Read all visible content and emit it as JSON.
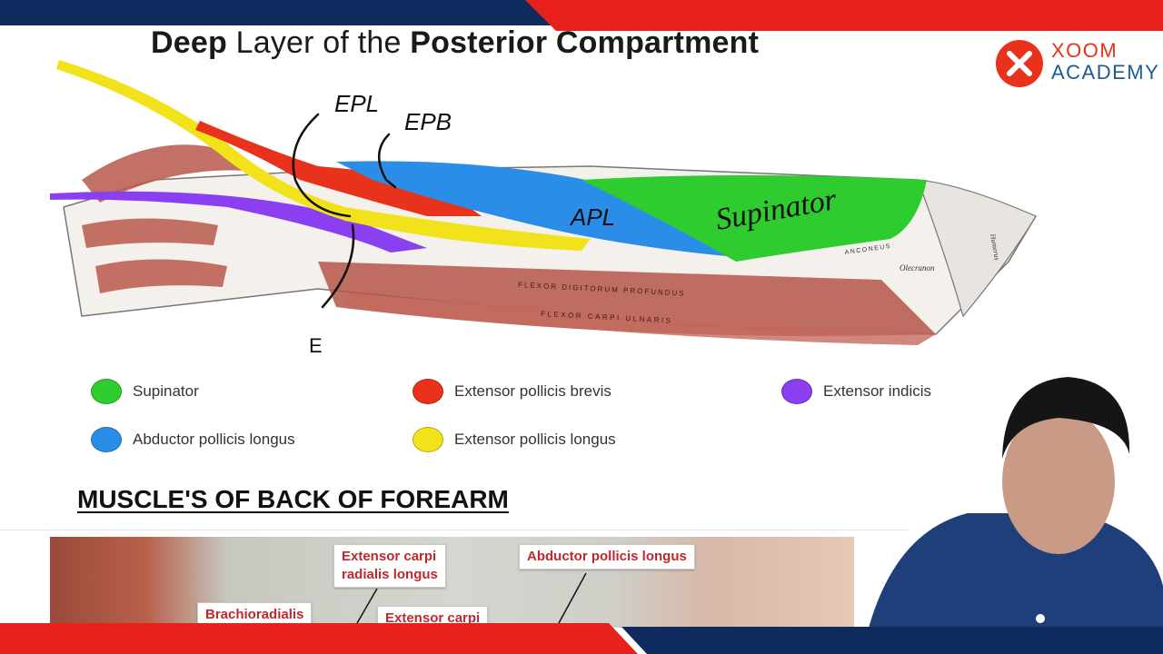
{
  "slide": {
    "title": {
      "part1": "Deep",
      "part2": " Layer of the ",
      "part3": "Posterior Compartment"
    },
    "logo": {
      "line1": "XOOM",
      "line2": "ACADEMY",
      "icon": "x-circle-icon",
      "color": "#e8321c"
    },
    "annotations": {
      "epl": "EPL",
      "epb": "EPB",
      "apl": "APL",
      "supinator": "Supinator",
      "e": "E"
    },
    "diagram_labels": {
      "flexor_digitorum_profundus": "FLEXOR DIGITORUM PROFUNDUS",
      "flexor_carpi_ulnaris": "FLEXOR CARPI ULNARIS",
      "anconeus": "ANCONEUS",
      "olecranon": "Olecranon",
      "humerus": "Humerus"
    },
    "legend": [
      {
        "label": "Supinator",
        "color": "#2ecc2e"
      },
      {
        "label": "Extensor pollicis brevis",
        "color": "#e8321c"
      },
      {
        "label": "Extensor indicis",
        "color": "#8a3ff0"
      },
      {
        "label": "Abductor pollicis longus",
        "color": "#2a8ee8"
      },
      {
        "label": "Extensor pollicis longus",
        "color": "#f2e21c"
      }
    ],
    "section_title": "MUSCLE'S OF BACK OF FOREARM",
    "photo_labels": {
      "ecrl_1": "Extensor carpi",
      "ecrl_2": "radialis longus",
      "apl": "Abductor pollicis longus",
      "brachioradialis": "Brachioradialis",
      "ecr_partial": "Extensor carpi"
    }
  },
  "colors": {
    "navy": "#0f2a5c",
    "red": "#e8211c"
  }
}
